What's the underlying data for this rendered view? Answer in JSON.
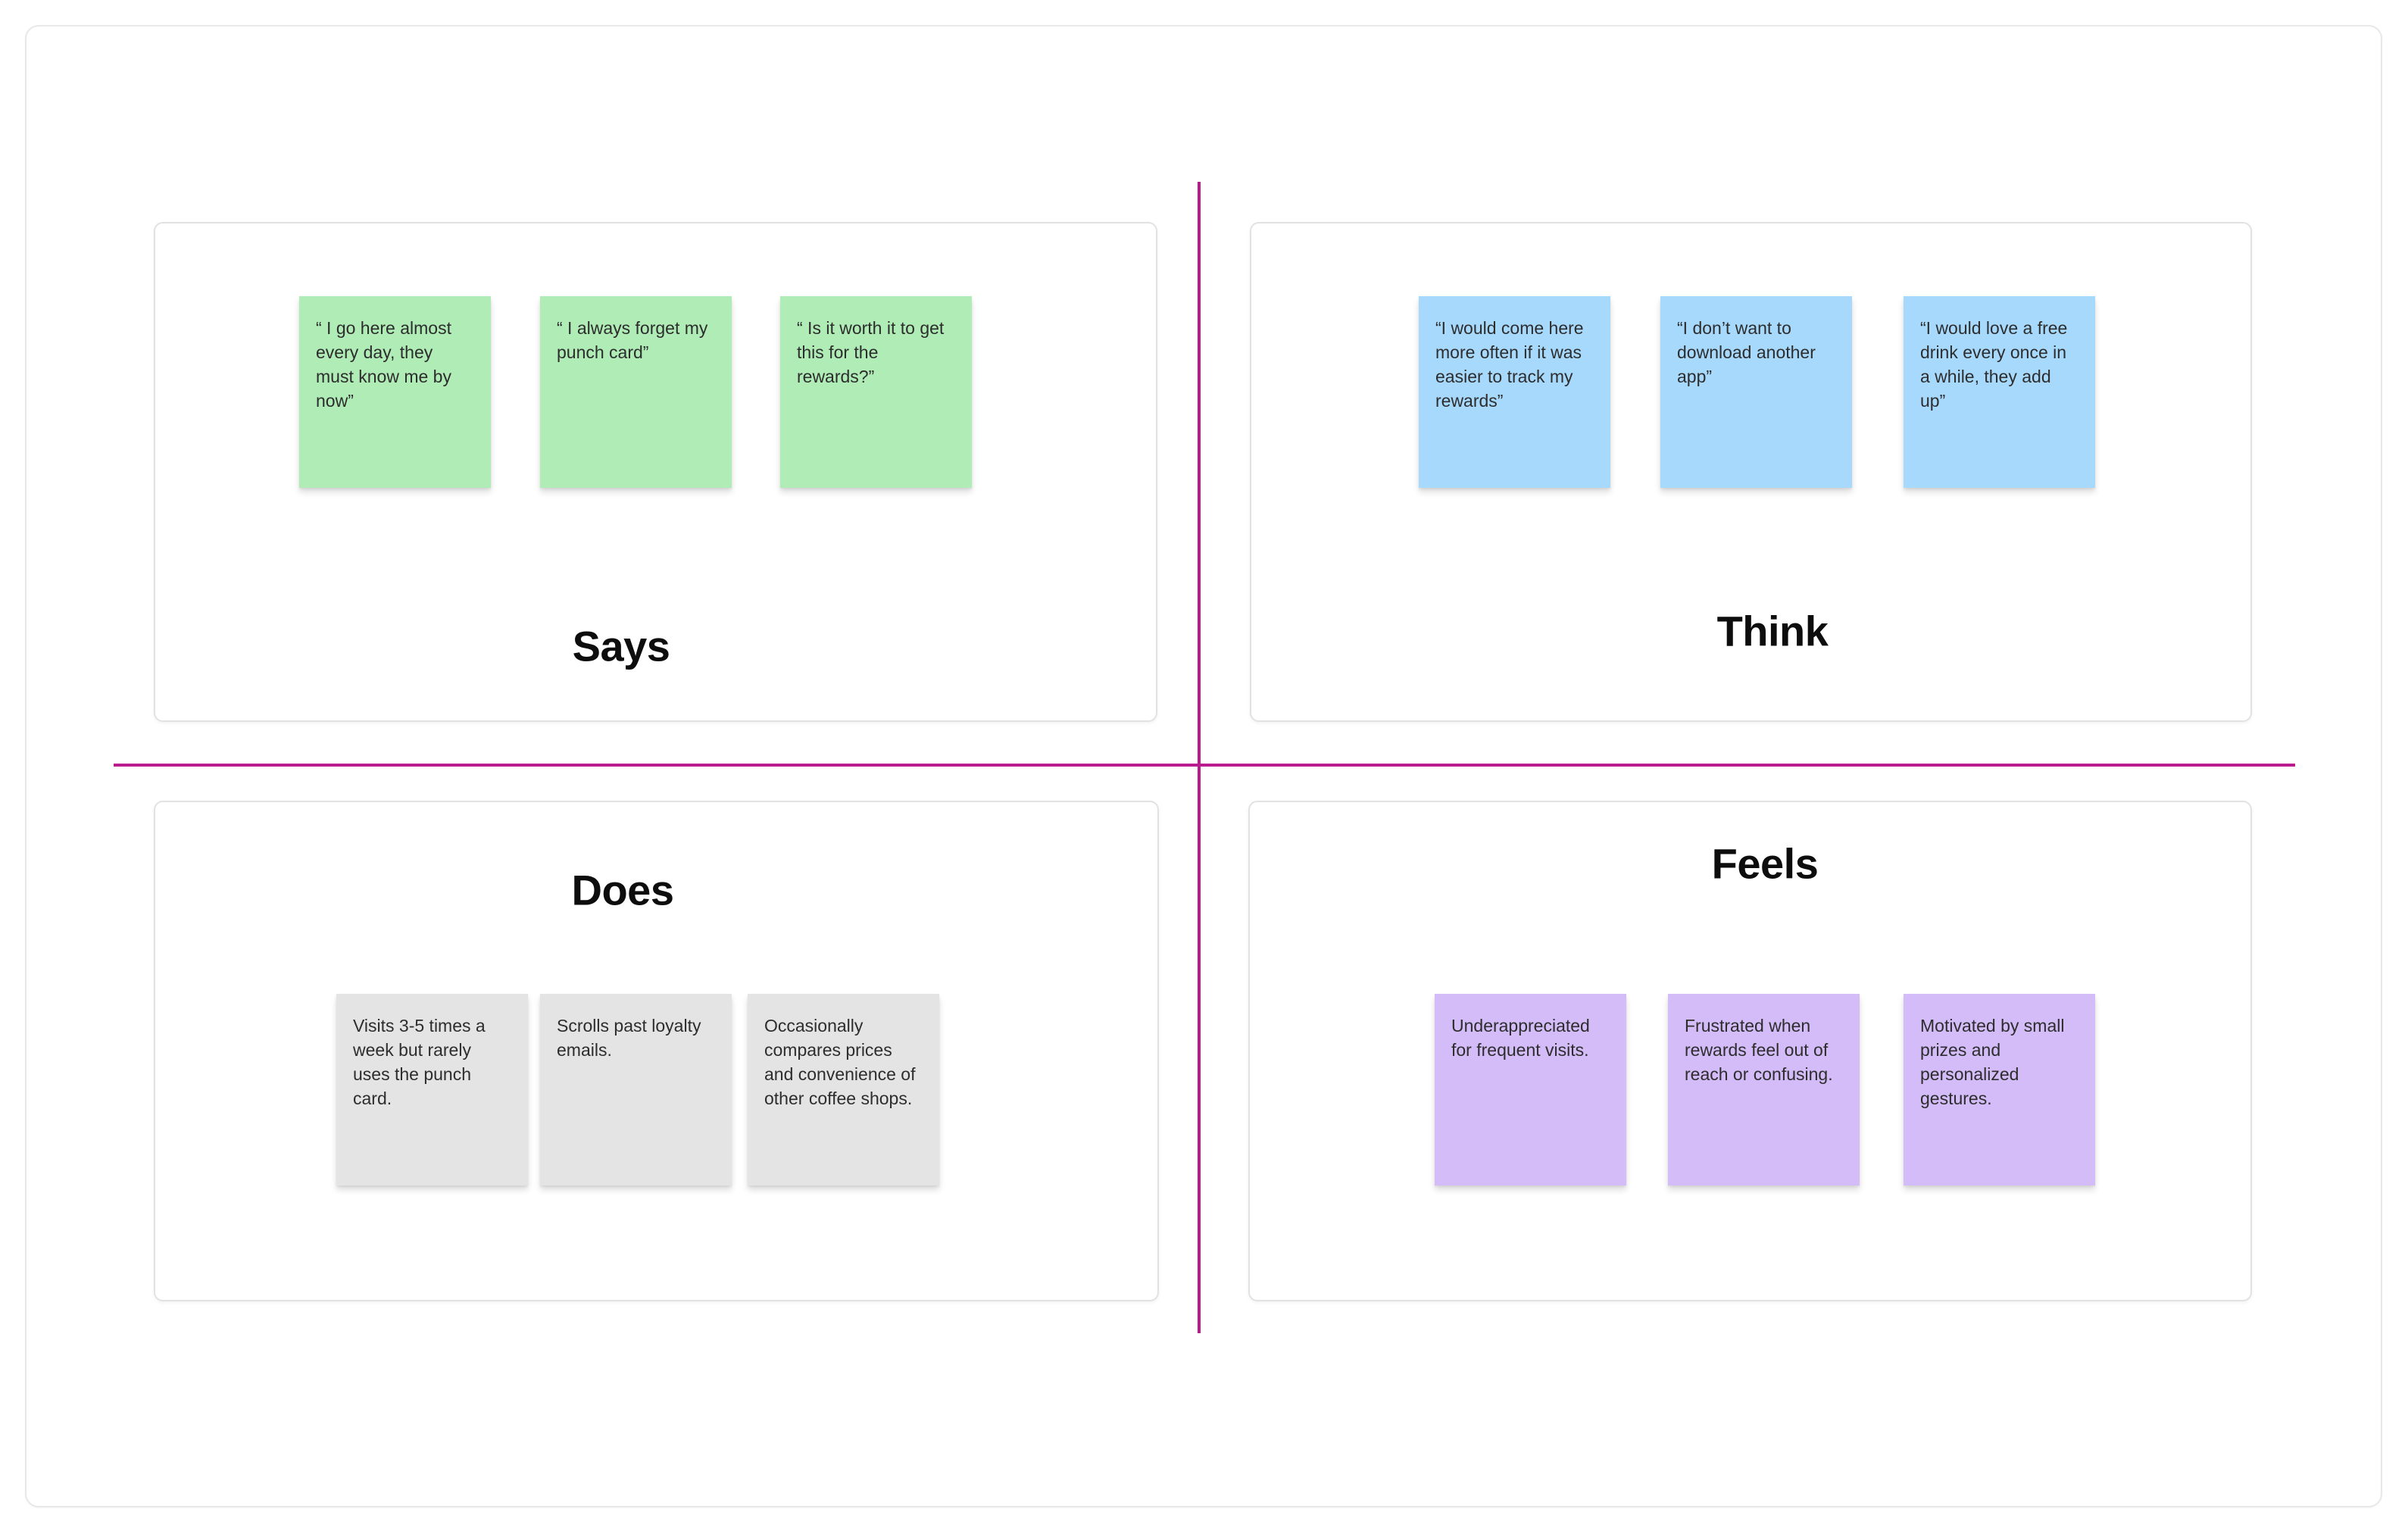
{
  "board": {
    "type": "empathy-map",
    "background_color": "#ffffff",
    "frame_border_color": "#e8e8e8",
    "quadrant_border_color": "#e2e2e2",
    "axis_color": "#ba1c8f",
    "note_text_color": "#2d2d2d"
  },
  "quadrants": [
    {
      "id": "says",
      "label": "Says",
      "note_color": "#afecb6",
      "notes": [
        "“ I go here almost every day, they must know me by now”",
        "“ I always forget my punch card”",
        "“ Is it worth it to get this for the rewards?”"
      ]
    },
    {
      "id": "think",
      "label": "Think",
      "note_color": "#a7d9fd",
      "notes": [
        "“I would come here more often if it was easier to track my rewards”",
        "“I don’t want to download another app”",
        "“I would love a free drink every once in a while, they add up”"
      ]
    },
    {
      "id": "does",
      "label": "Does",
      "note_color": "#e4e4e4",
      "notes": [
        "Visits 3-5 times a week but rarely uses the punch card.",
        "Scrolls past loyalty emails.",
        "Occasionally compares prices and convenience of other coffee shops."
      ]
    },
    {
      "id": "feels",
      "label": "Feels",
      "note_color": "#d3bcf8",
      "notes": [
        "Underappreciated for frequent visits.",
        "Frustrated when rewards feel out of reach or confusing.",
        "Motivated by small prizes and personalized gestures."
      ]
    }
  ]
}
